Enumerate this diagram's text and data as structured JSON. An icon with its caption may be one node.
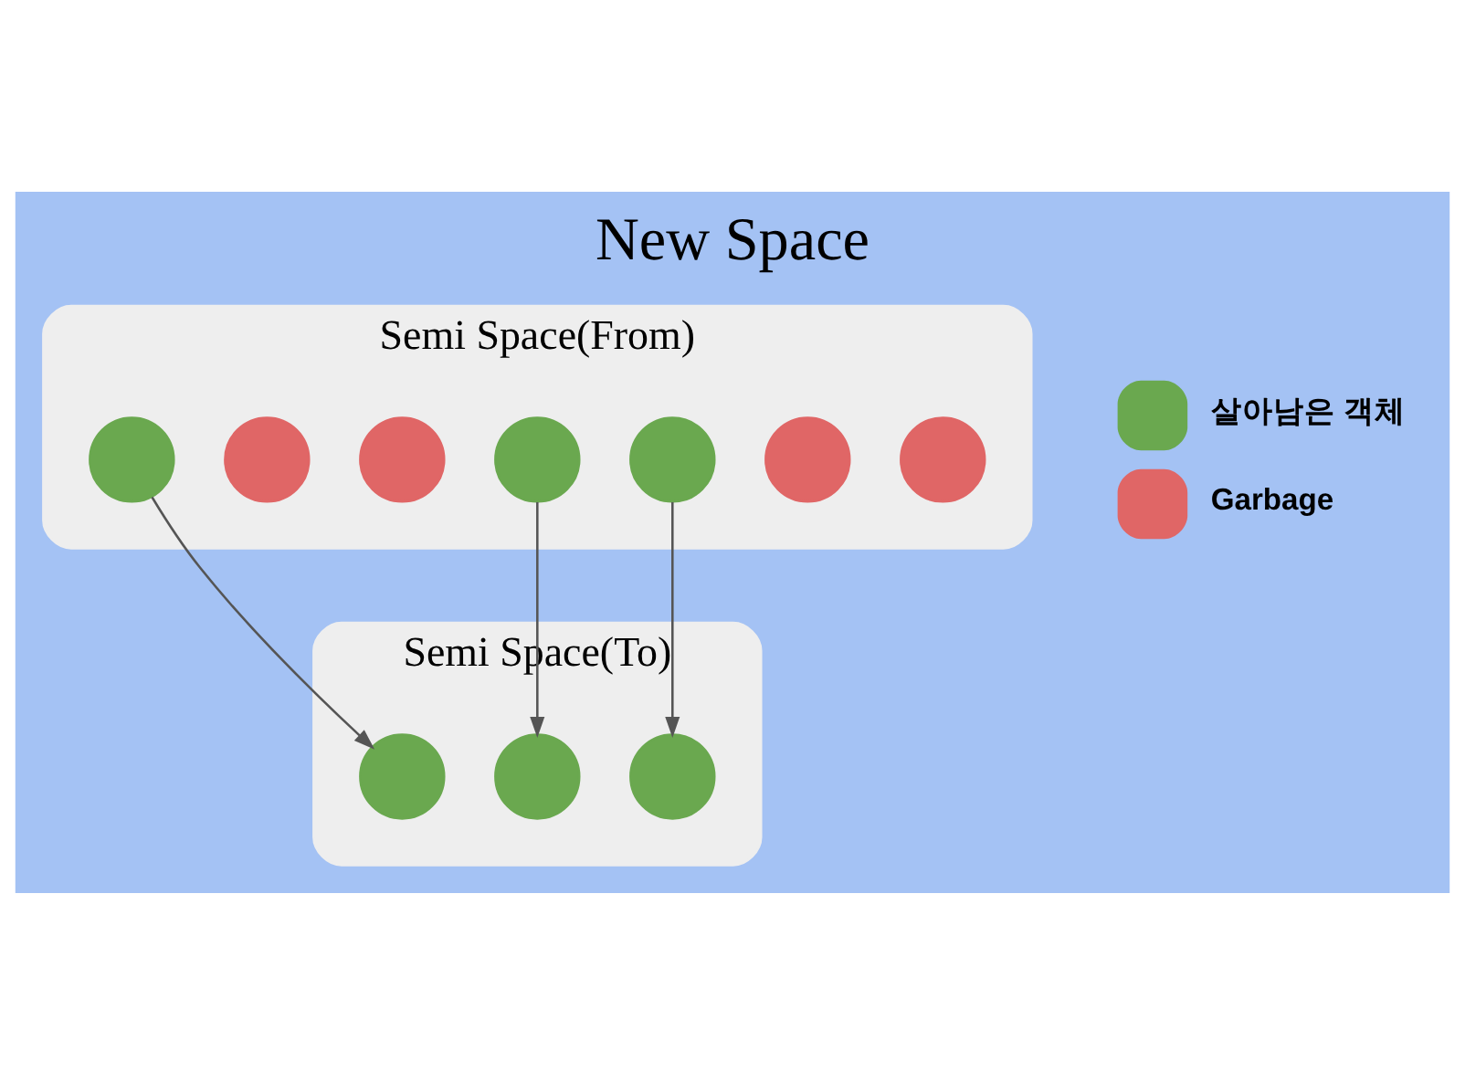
{
  "diagram": {
    "title": "New Space",
    "nodes": [
      {
        "text": [
          "Semi Space(From)"
        ]
      },
      {
        "text": [],
        "shape": "circle",
        "in": 0
      },
      {
        "text": [],
        "shape": "circle",
        "in": 0
      },
      {
        "text": [],
        "shape": "circle",
        "in": 0
      },
      {
        "text": [],
        "shape": "circle",
        "in": 0
      },
      {
        "text": [],
        "shape": "circle",
        "in": 0
      },
      {
        "text": [],
        "shape": "circle",
        "in": 0
      },
      {
        "text": [],
        "shape": "circle",
        "in": 0
      },
      {
        "text": [
          "Semi Space(To)"
        ]
      },
      {
        "text": [],
        "shape": "circle",
        "in": 8
      },
      {
        "text": [],
        "shape": "circle",
        "in": 8
      },
      {
        "text": [],
        "shape": "circle",
        "in": 8
      }
    ],
    "edges": [
      {
        "from": 1,
        "to": 9,
        "arrow": "to"
      },
      {
        "from": 4,
        "to": 10,
        "arrow": "to"
      },
      {
        "from": 5,
        "to": 11,
        "arrow": "to"
      }
    ],
    "legend": [
      {
        "text": "살아남은 객체",
        "color": "#6aa84f"
      },
      {
        "text": "Garbage",
        "color": "#e06666"
      }
    ]
  }
}
